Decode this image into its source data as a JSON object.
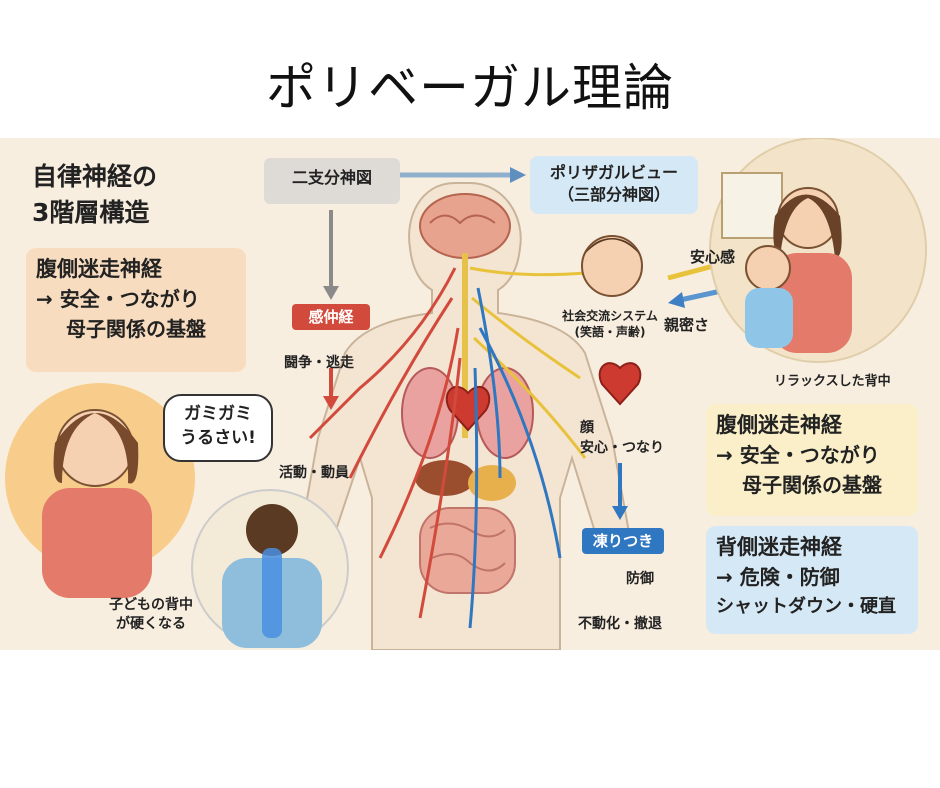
{
  "title": "ポリベーガル理論",
  "left": {
    "heading_line1": "自律神経の",
    "heading_line2": "3階層構造",
    "box": {
      "line1": "腹側迷走神経",
      "line2": "→ 安全・つながり",
      "line3": "母子関係の基盤"
    },
    "speech_bubble_line1": "ガミガミ",
    "speech_bubble_line2": "うるさい!",
    "child_back_line1": "子どもの背中",
    "child_back_line2": "が硬くなる"
  },
  "center": {
    "two_branch_label": "二支分神図",
    "sympathetic_tag": "感仲経",
    "fight_flight": "闘争・逃走",
    "activation": "活動・動員",
    "polysagal_view_line1": "ポリザガルビュー",
    "polysagal_view_line2": "（三部分神図）",
    "social_line1": "社会交流システム",
    "social_line2": "(笑語・声齢)",
    "face_line1": "顔",
    "face_line2": "安心・つなり",
    "freeze_tag": "凍りつき",
    "defense": "防御",
    "immobilize": "不動化・撤退"
  },
  "right": {
    "anshinkan": "安心感",
    "shinmitsu": "親密さ",
    "relaxed_back": "リラックスした背中",
    "ventral_box": {
      "line1": "腹側迷走神経",
      "line2": "→ 安全・つながり",
      "line3": "母子関係の基盤"
    },
    "dorsal_box": {
      "line1": "背側迷走神経",
      "line2": "→ 危険・防御",
      "line3": "シャットダウン・硬直"
    }
  },
  "colors": {
    "panel_bg": "#f8eee0",
    "peach_box": "#f7dcbf",
    "yellow_box": "#faefc9",
    "blue_box": "#d5e8f5",
    "sympathetic_red": "#d24a3c",
    "ventral_yellow": "#e8c23a",
    "dorsal_blue": "#2f77c1"
  }
}
